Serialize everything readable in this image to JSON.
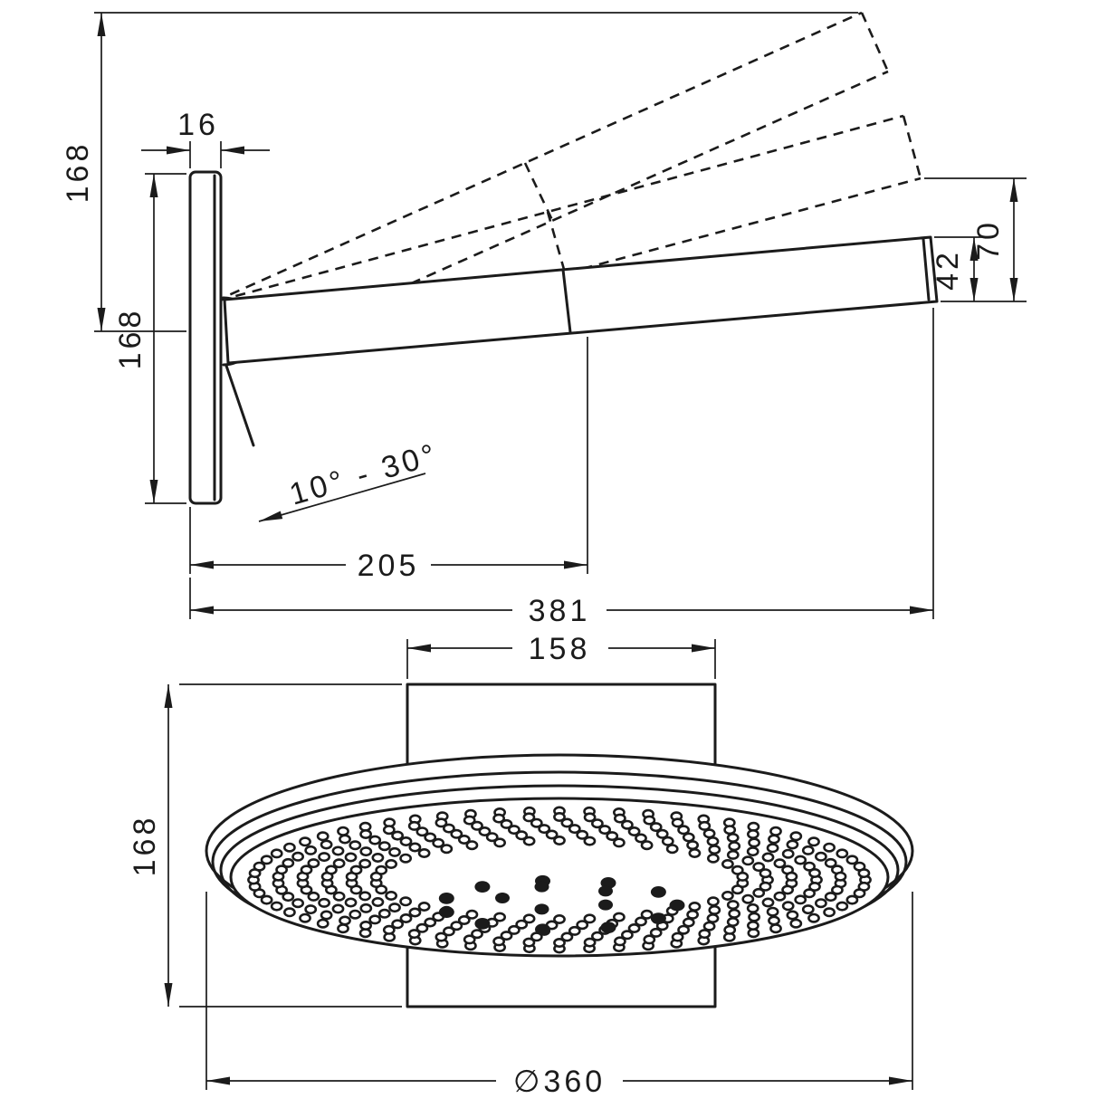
{
  "side_view": {
    "labels": {
      "overall_height": "168",
      "plate_height": "168",
      "plate_thickness": "16",
      "head_height": "42",
      "head_raised_height": "70",
      "pivot_to_joint": "205",
      "total_reach": "381",
      "tilt_range": "10° - 30°"
    }
  },
  "front_view": {
    "labels": {
      "bracket_width": "158",
      "overall_height": "168",
      "head_diameter": "∅360"
    }
  },
  "colors": {
    "line": "#1b1b1b",
    "background": "#ffffff"
  }
}
